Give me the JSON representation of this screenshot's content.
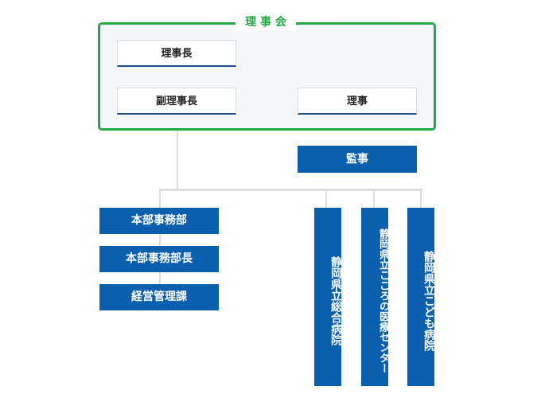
{
  "board": {
    "title": "理 事 会",
    "chairman": "理事長",
    "vice_chairman": "副理事長",
    "director": "理事"
  },
  "auditor": "監事",
  "headquarters": {
    "office": "本部事務部",
    "office_manager": "本部事務部長",
    "management_section": "経営管理課"
  },
  "hospitals": [
    "静岡県立総合病院",
    "静岡県立こころの医療センター",
    "静岡県立こども病院"
  ],
  "colors": {
    "frame_green": "#28a745",
    "box_blue": "#0a5fae",
    "connector_gray": "#dcdfe2"
  }
}
